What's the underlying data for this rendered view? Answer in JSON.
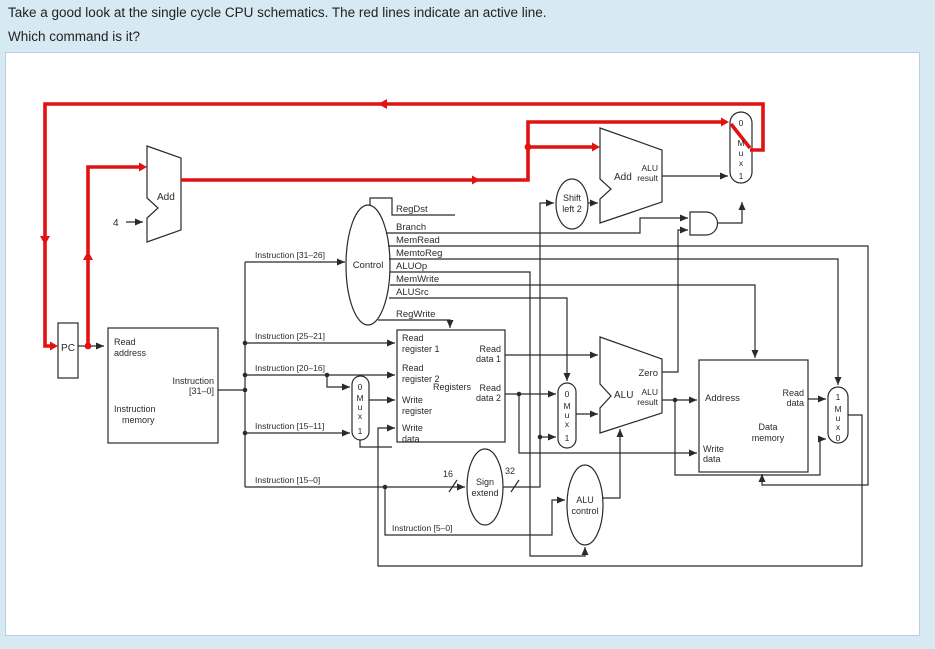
{
  "header": {
    "line1": "Take a good look at the single cycle CPU schematics. The red lines indicate an active line.",
    "line2": "Which command is it?"
  },
  "colors": {
    "background": "#d7e9f2",
    "panel": "#ffffff",
    "line": "#2a2a2a",
    "active_line": "#e11212"
  },
  "diagram": {
    "pc": "PC",
    "four": "4",
    "add1": "Add",
    "instruction_memory": {
      "read_address_1": "Read",
      "read_address_2": "address",
      "out_1": "Instruction",
      "out_2": "[31–0]",
      "name_1": "Instruction",
      "name_2": "memory"
    },
    "instr_fields": {
      "f31_26": "Instruction [31–26]",
      "f25_21": "Instruction [25–21]",
      "f20_16": "Instruction [20–16]",
      "f15_11": "Instruction [15–11]",
      "f15_0": "Instruction [15–0]",
      "f5_0": "Instruction [5–0]"
    },
    "control": {
      "label": "Control",
      "signals": [
        "RegDst",
        "Branch",
        "MemRead",
        "MemtoReg",
        "ALUOp",
        "MemWrite",
        "ALUSrc",
        "RegWrite"
      ]
    },
    "registers": {
      "title": "Registers",
      "rr1_1": "Read",
      "rr1_2": "register 1",
      "rr2_1": "Read",
      "rr2_2": "register 2",
      "wr_1": "Write",
      "wr_2": "register",
      "wd_1": "Write",
      "wd_2": "data",
      "rd1_1": "Read",
      "rd1_2": "data 1",
      "rd2_1": "Read",
      "rd2_2": "data 2"
    },
    "mux": {
      "m": "M",
      "u": "u",
      "x": "x",
      "zero": "0",
      "one": "1"
    },
    "shift": {
      "l1": "Shift",
      "l2": "left 2"
    },
    "sign_extend": {
      "l1": "Sign",
      "l2": "extend",
      "in_width": "16",
      "out_width": "32"
    },
    "add2": {
      "label": "Add",
      "res1": "ALU",
      "res2": "result"
    },
    "alu": {
      "label": "ALU",
      "zero": "Zero",
      "res1": "ALU",
      "res2": "result"
    },
    "alu_control": {
      "l1": "ALU",
      "l2": "control"
    },
    "data_memory": {
      "addr": "Address",
      "wd_1": "Write",
      "wd_2": "data",
      "rd_1": "Read",
      "rd_2": "data",
      "name_1": "Data",
      "name_2": "memory"
    }
  }
}
